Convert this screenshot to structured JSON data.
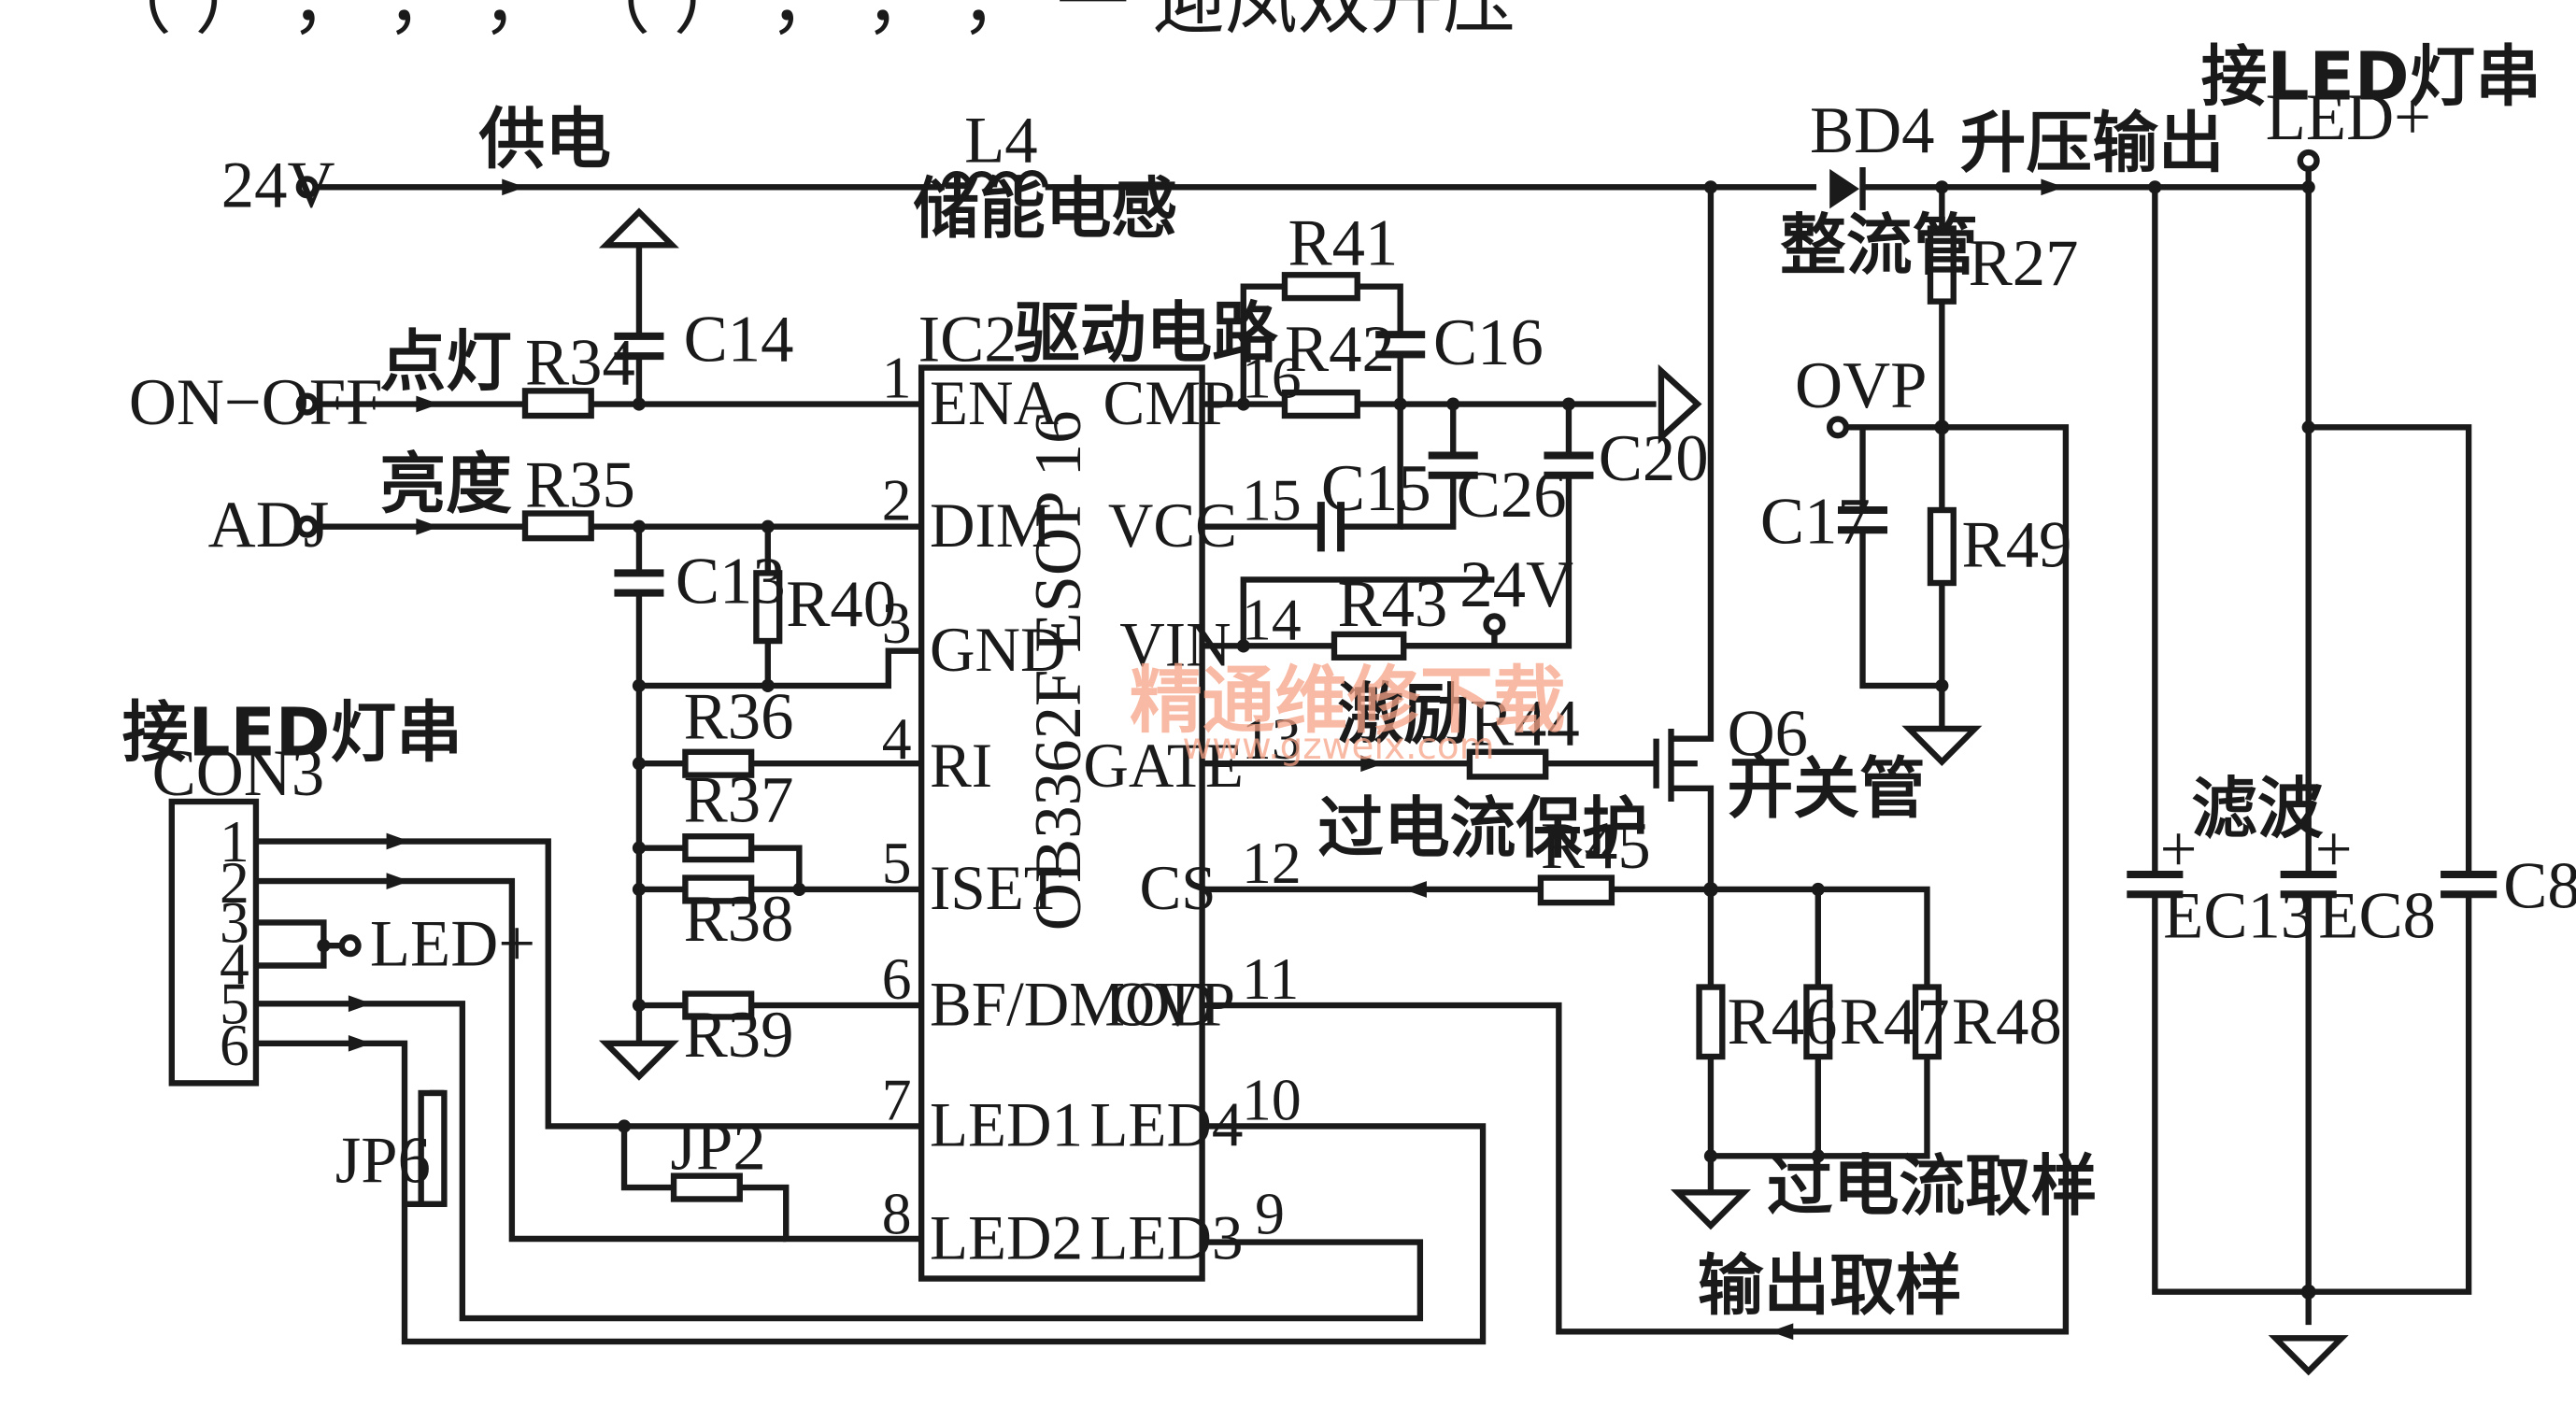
{
  "header_fragment": "（  ）  ，  ，  ，  （  ）  ，  ，  ，  一  迎凤双升压",
  "terminals": {
    "v24_in": "24V",
    "on_off": "ON−OFF",
    "adj": "ADJ",
    "led_plus_top": "LED+",
    "led_plus_con": "LED+",
    "v24_vin": "24V",
    "ovp": "OVP"
  },
  "labels": {
    "supply": "供电",
    "light_on": "点灯",
    "brightness": "亮度",
    "drive_circuit": "驱动电路",
    "storage_inductor": "储能电感",
    "rectifier": "整流管",
    "boost_output": "升压输出",
    "led_string_top": "接LED灯串",
    "led_string_left": "接LED灯串",
    "excitation": "激励",
    "switch_tube": "开关管",
    "overcurrent_protection": "过电流保护",
    "overcurrent_sampling": "过电流取样",
    "output_sampling": "输出取样",
    "filter": "滤波"
  },
  "ic": {
    "ref": "IC2",
    "part": "OB3362F ESOP 16",
    "pins_left": [
      {
        "num": "1",
        "name": "ENA"
      },
      {
        "num": "2",
        "name": "DIM"
      },
      {
        "num": "3",
        "name": "GND"
      },
      {
        "num": "4",
        "name": "RI"
      },
      {
        "num": "5",
        "name": "ISET"
      },
      {
        "num": "6",
        "name": "BF/DMOD"
      },
      {
        "num": "7",
        "name": "LED1"
      },
      {
        "num": "8",
        "name": "LED2"
      }
    ],
    "pins_right": [
      {
        "num": "16",
        "name": "CMP"
      },
      {
        "num": "15",
        "name": "VCC"
      },
      {
        "num": "14",
        "name": "VIN"
      },
      {
        "num": "13",
        "name": "GATE"
      },
      {
        "num": "12",
        "name": "CS"
      },
      {
        "num": "11",
        "name": "OVP"
      },
      {
        "num": "10",
        "name": "LED4"
      },
      {
        "num": "9",
        "name": "LED3"
      }
    ]
  },
  "components": {
    "L4": "L4",
    "BD4": "BD4",
    "Q6": "Q6",
    "R27": "R27",
    "R34": "R34",
    "R35": "R35",
    "R36": "R36",
    "R37": "R37",
    "R38": "R38",
    "R39": "R39",
    "R40": "R40",
    "R41": "R41",
    "R42": "R42",
    "R43": "R43",
    "R44": "R44",
    "R45": "R45",
    "R46": "R46",
    "R47": "R47",
    "R48": "R48",
    "R49": "R49",
    "C8": "C8",
    "C13": "C13",
    "C14": "C14",
    "C15": "C15",
    "C16": "C16",
    "C17": "C17",
    "C20": "C20",
    "C26": "C26",
    "EC13": "EC13",
    "EC8": "EC8",
    "JP2": "JP2",
    "JP6": "JP6",
    "CON3": "CON3"
  },
  "polarity": {
    "ec13": "+",
    "ec8": "+"
  },
  "connector_pins": [
    "1",
    "2",
    "3",
    "4",
    "5",
    "6"
  ],
  "watermark": {
    "main": "精通维修下载",
    "url": "www.gzweix.com"
  }
}
